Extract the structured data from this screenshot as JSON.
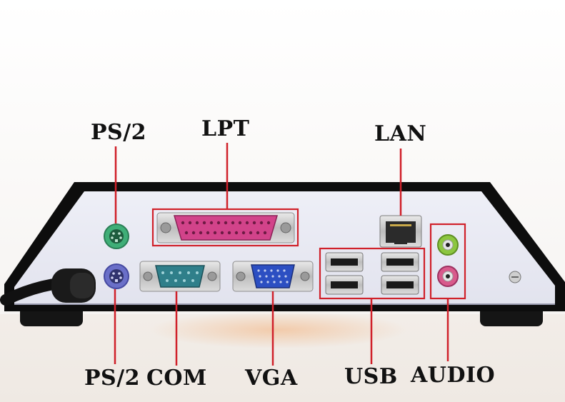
{
  "labels": {
    "ps2_top": "PS/2",
    "lpt": "LPT",
    "lan": "LAN",
    "ps2_bottom": "PS/2",
    "com": "COM",
    "vga": "VGA",
    "usb": "USB",
    "audio": "AUDIO"
  },
  "colors": {
    "callout": "#d0212a",
    "panel": "#e9eaf4",
    "chassis": "#0d0d0d",
    "ps2_mouse": "#3fae77",
    "ps2_keyboard": "#6a6fc8",
    "lpt_port": "#d2438a",
    "com_port": "#2f7f8a",
    "vga_port": "#2c4fc2",
    "audio_line_out": "#8cc63f",
    "audio_mic": "#d85a8c"
  },
  "icons": [
    "ps2-port-icon",
    "db25-port-icon",
    "db9-port-icon",
    "vga-port-icon",
    "rj45-port-icon",
    "usb-port-icon",
    "audio-jack-icon",
    "screw-icon",
    "power-cable-icon"
  ]
}
